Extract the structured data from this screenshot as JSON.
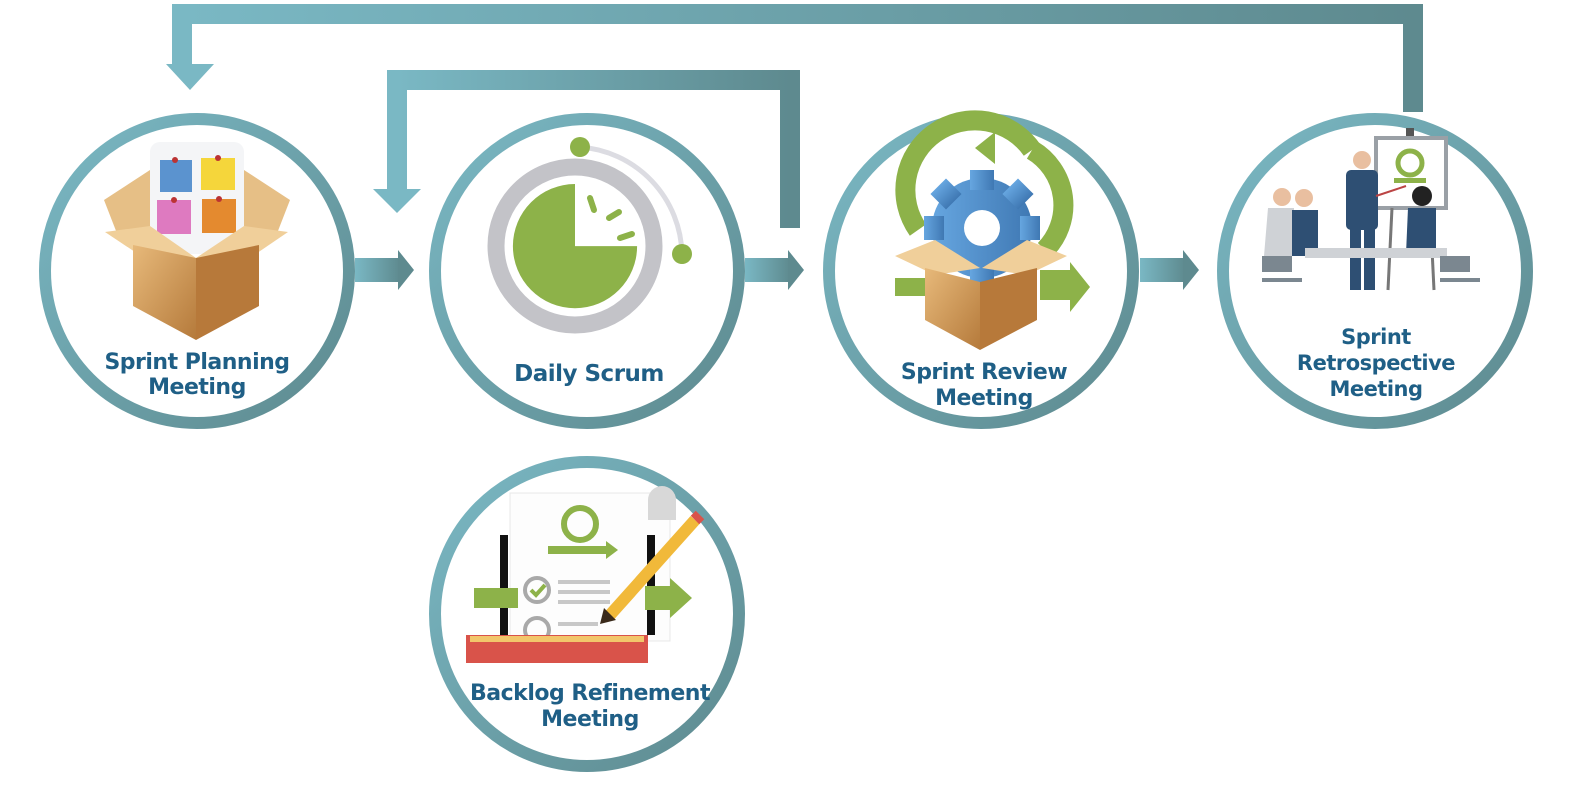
{
  "diagram": {
    "title": "Scrum Events Flow",
    "colors": {
      "ring_light": "#7ab8c4",
      "ring_dark": "#5e8a8f",
      "label_text": "#1f5f86",
      "accent_green": "#8db249",
      "box_tan": "#d9a466",
      "gear_blue": "#4f8fd1",
      "timer_gray": "#c3c3c8",
      "ruler_red": "#d9534a",
      "pencil_yellow": "#f1b93a"
    },
    "nodes": [
      {
        "id": "sprint-planning",
        "label_lines": [
          "Sprint Planning",
          "Meeting"
        ],
        "icon": "open-box-with-sticky-notes-icon"
      },
      {
        "id": "daily-scrum",
        "label_lines": [
          "Daily Scrum"
        ],
        "icon": "timer-icon"
      },
      {
        "id": "sprint-review",
        "label_lines": [
          "Sprint Review",
          "Meeting"
        ],
        "icon": "box-with-gear-and-cycle-arrows-icon"
      },
      {
        "id": "sprint-retrospective",
        "label_lines": [
          "Sprint",
          "Retrospective",
          "Meeting"
        ],
        "icon": "team-meeting-presentation-icon"
      },
      {
        "id": "backlog-refinement",
        "label_lines": [
          "Backlog Refinement",
          "Meeting"
        ],
        "icon": "checklist-pencil-ruler-icon"
      }
    ],
    "edges": [
      {
        "from": "sprint-planning",
        "to": "daily-scrum",
        "type": "arrow-right"
      },
      {
        "from": "daily-scrum",
        "to": "sprint-review",
        "type": "arrow-right"
      },
      {
        "from": "sprint-review",
        "to": "sprint-retrospective",
        "type": "arrow-right"
      },
      {
        "from": "daily-scrum",
        "to": "daily-scrum",
        "type": "loop-back"
      },
      {
        "from": "sprint-retrospective",
        "to": "sprint-planning",
        "type": "loop-back"
      }
    ]
  }
}
